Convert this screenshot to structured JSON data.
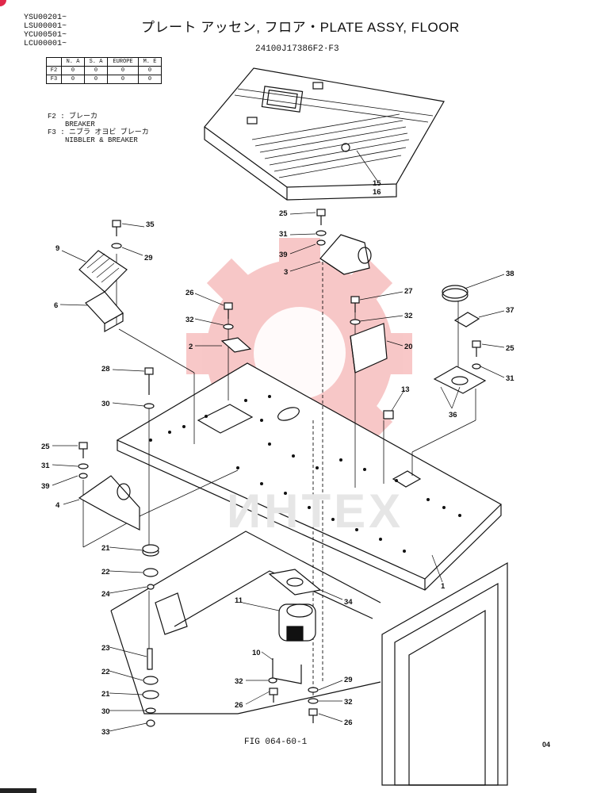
{
  "header": {
    "serials": [
      "YSU00201~",
      "LSU00001~",
      "YCU00501~",
      "LCU00001~"
    ],
    "title": "プレート アッセン, フロア・PLATE ASSY, FLOOR",
    "drawing_no": "24100J17386F2·F3"
  },
  "applicability": {
    "columns": [
      "",
      "N. A",
      "S. A",
      "EUROPE",
      "M. E"
    ],
    "rows": [
      [
        "F2",
        "0",
        "0",
        "0",
        "0"
      ],
      [
        "F3",
        "0",
        "0",
        "0",
        "0"
      ]
    ]
  },
  "legend": {
    "f2_jp": "F2 : ブレーカ",
    "f2_en": "BREAKER",
    "f3_jp": "F3 : ニブラ オヨビ ブレーカ",
    "f3_en": "NIBBLER & BREAKER"
  },
  "watermark": "ИНТЕХ",
  "callouts": [
    "35",
    "29",
    "9",
    "6",
    "25",
    "31",
    "39",
    "3",
    "26",
    "32",
    "2",
    "27",
    "32",
    "20",
    "38",
    "37",
    "25",
    "31",
    "36",
    "28",
    "30",
    "13",
    "25",
    "31",
    "39",
    "4",
    "21",
    "22",
    "24",
    "23",
    "22",
    "21",
    "30",
    "33",
    "15",
    "16",
    "1",
    "34",
    "11",
    "10",
    "32",
    "26",
    "29",
    "32",
    "26"
  ],
  "footer": {
    "fig": "FIG 064-60-1",
    "page": "04"
  },
  "colors": {
    "line": "#111111",
    "watermark": "#f5b5b5",
    "corner_badge": "#e0284a"
  }
}
